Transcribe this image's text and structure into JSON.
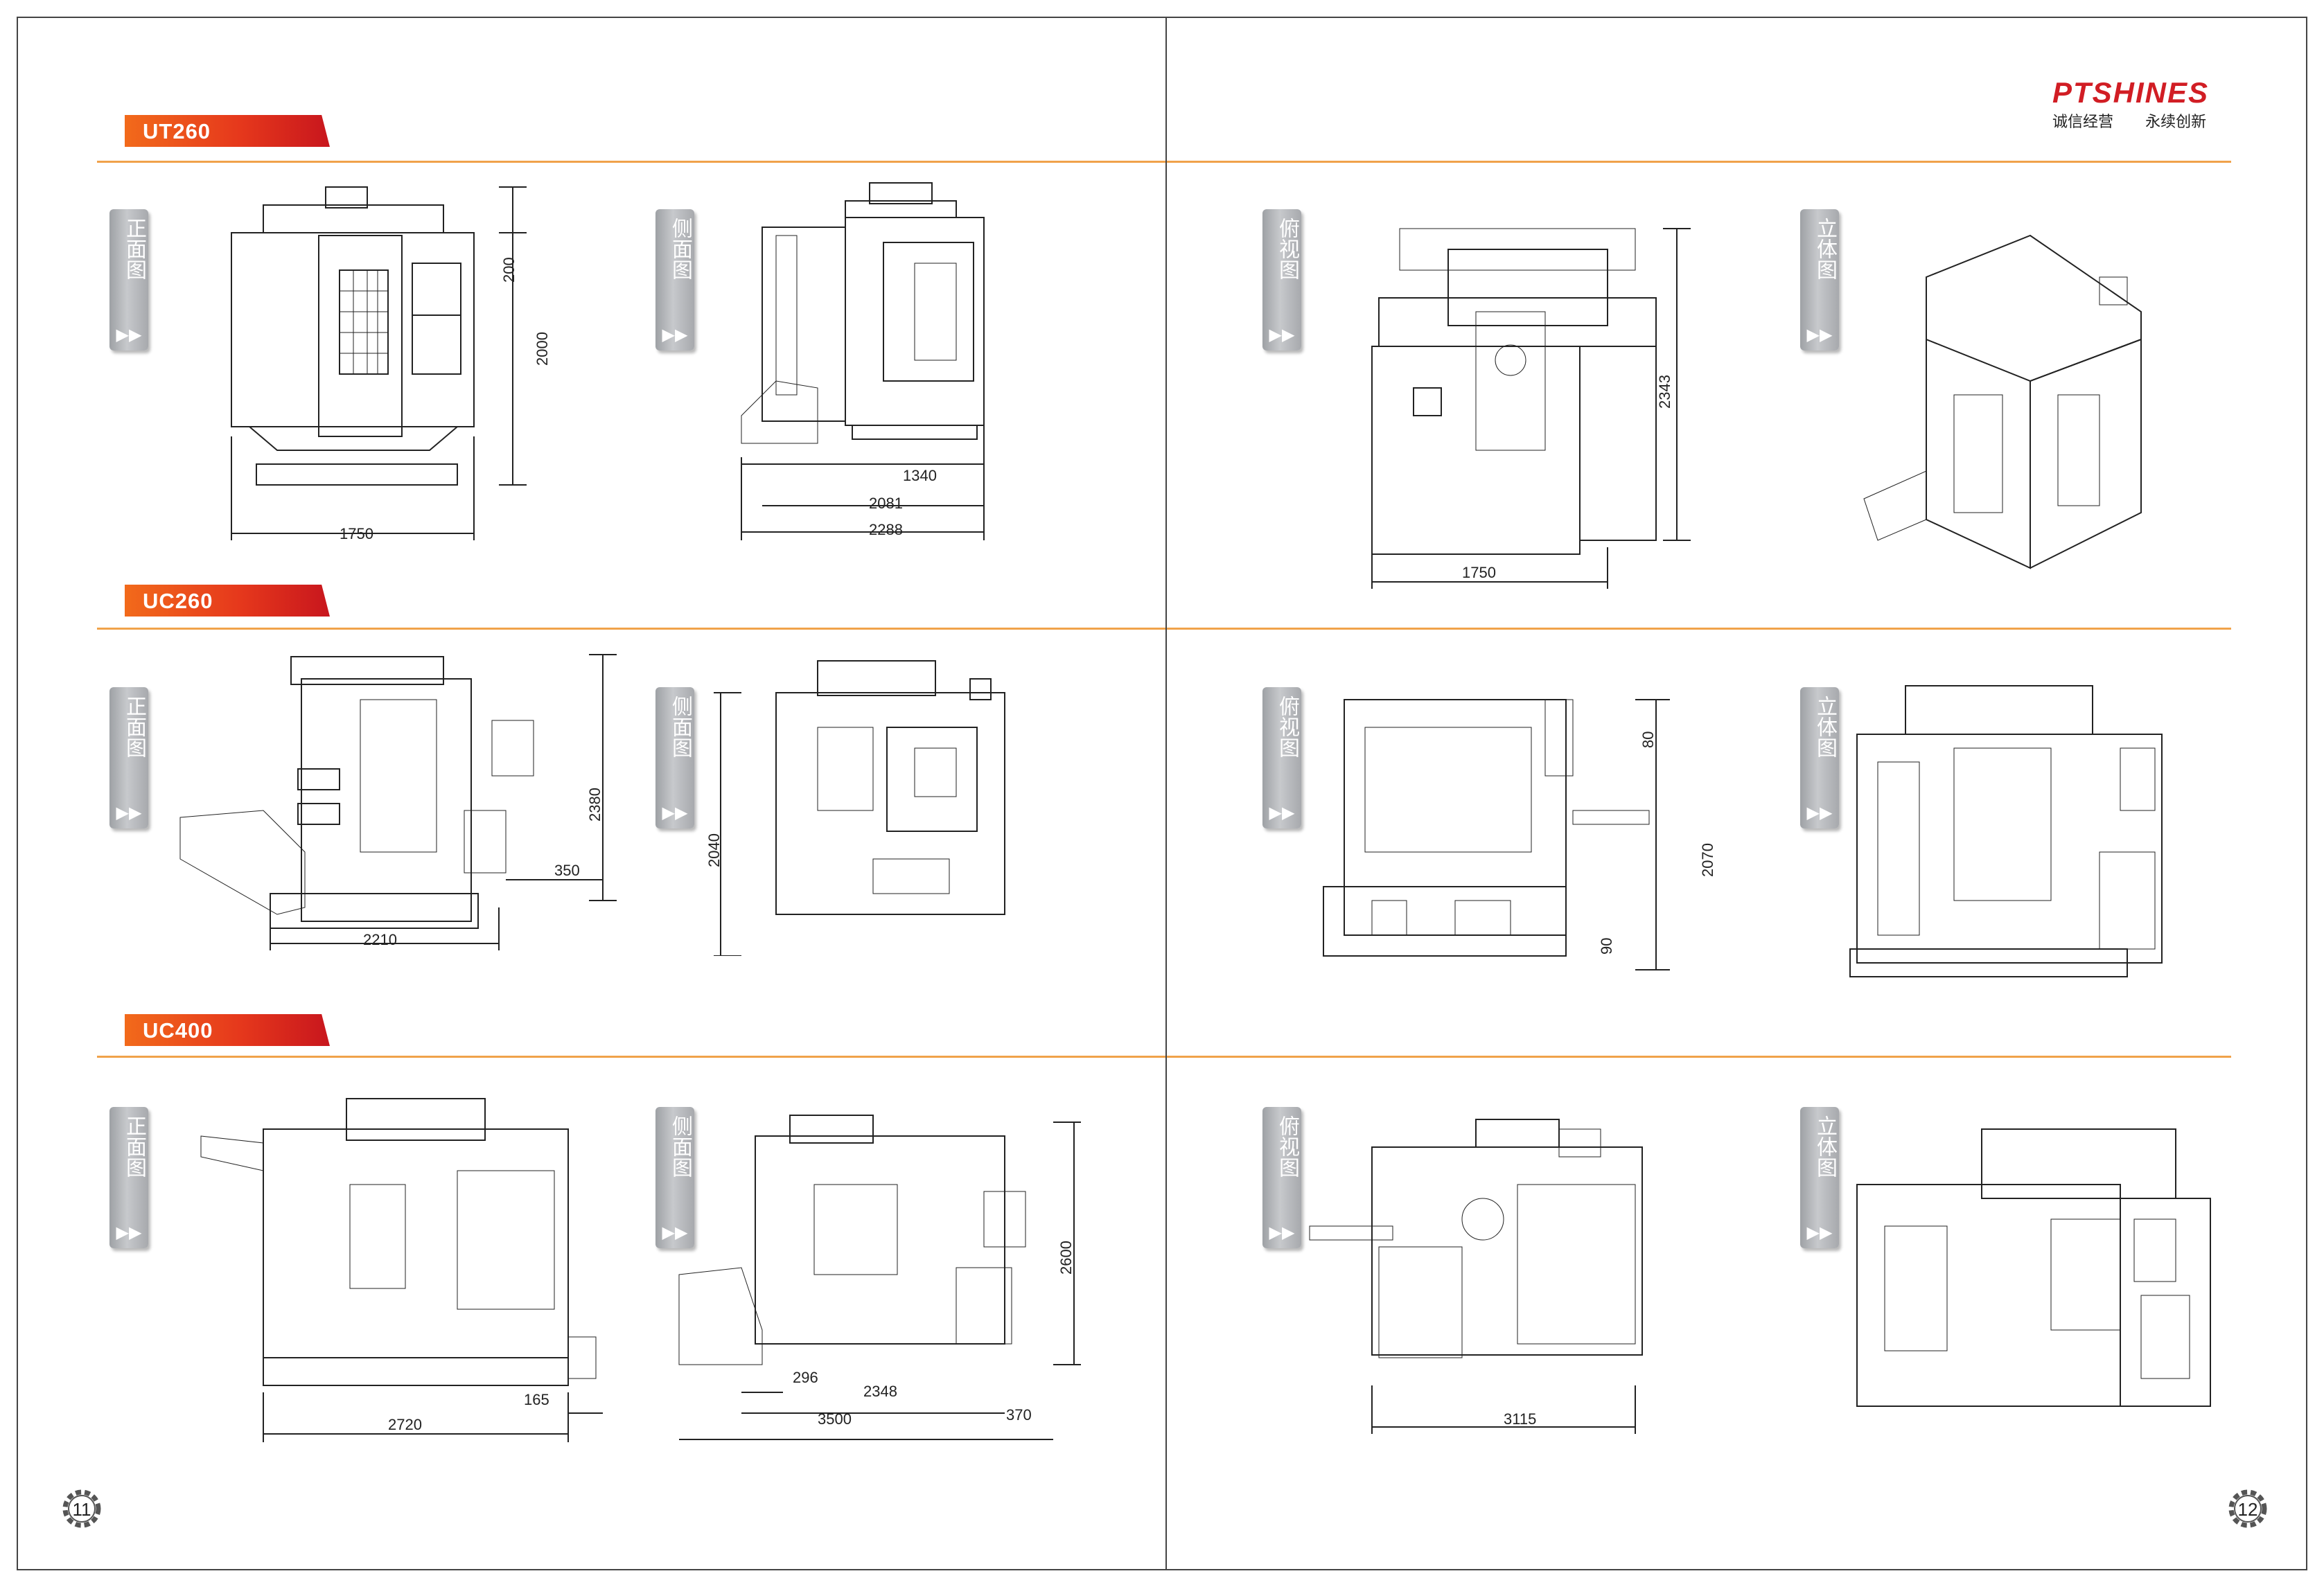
{
  "brand": {
    "name": "PTSHINES",
    "slogan": "诚信经营 永续创新",
    "color": "#d11d24"
  },
  "accent": {
    "rule": "#f0a24a",
    "badge": "#e6391c"
  },
  "sections": [
    {
      "model": "UT260",
      "views": {
        "front": "正面图",
        "side": "侧面图",
        "top": "俯视图",
        "iso": "立体图"
      },
      "dims": {
        "front_h1": "200",
        "front_h2": "2000",
        "front_w": "1750",
        "side_w1": "1340",
        "side_w2": "2081",
        "side_w3": "2288",
        "top_h": "2343",
        "top_w": "1750"
      }
    },
    {
      "model": "UC260",
      "views": {
        "front": "正面图",
        "side": "侧面图",
        "top": "俯视图",
        "iso": "立体图"
      },
      "dims": {
        "front_h": "2380",
        "front_d": "350",
        "front_w": "2210",
        "side_h": "2040",
        "top_h1": "80",
        "top_h2": "2070",
        "top_h3": "90"
      }
    },
    {
      "model": "UC400",
      "views": {
        "front": "正面图",
        "side": "侧面图",
        "top": "俯视图",
        "iso": "立体图"
      },
      "dims": {
        "front_d": "165",
        "front_w": "2720",
        "side_h": "2600",
        "side_w1": "296",
        "side_w2": "2348",
        "side_w3": "3500",
        "side_w4": "370",
        "top_w": "3115"
      }
    }
  ],
  "arrow_glyph": "▶▶",
  "pages": {
    "left": "11",
    "right": "12"
  }
}
